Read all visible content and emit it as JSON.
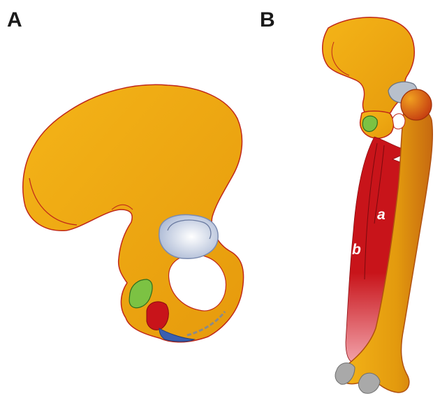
{
  "panels": [
    {
      "id": "A",
      "label": "A"
    },
    {
      "id": "B",
      "label": "B"
    }
  ],
  "muscle_labels": {
    "a": "a",
    "b": "b"
  },
  "colors": {
    "bone": "#f0ac10",
    "bone_outline": "#c0281a",
    "cartilage": "#dbe4f5",
    "muscle": "#c8141a",
    "muscle_light": "#f4a0a8",
    "attachment_green": "#7cc243",
    "attachment_blue": "#3a5fb0",
    "condyle_gray": "#a9a9a9",
    "background": "#ffffff"
  }
}
